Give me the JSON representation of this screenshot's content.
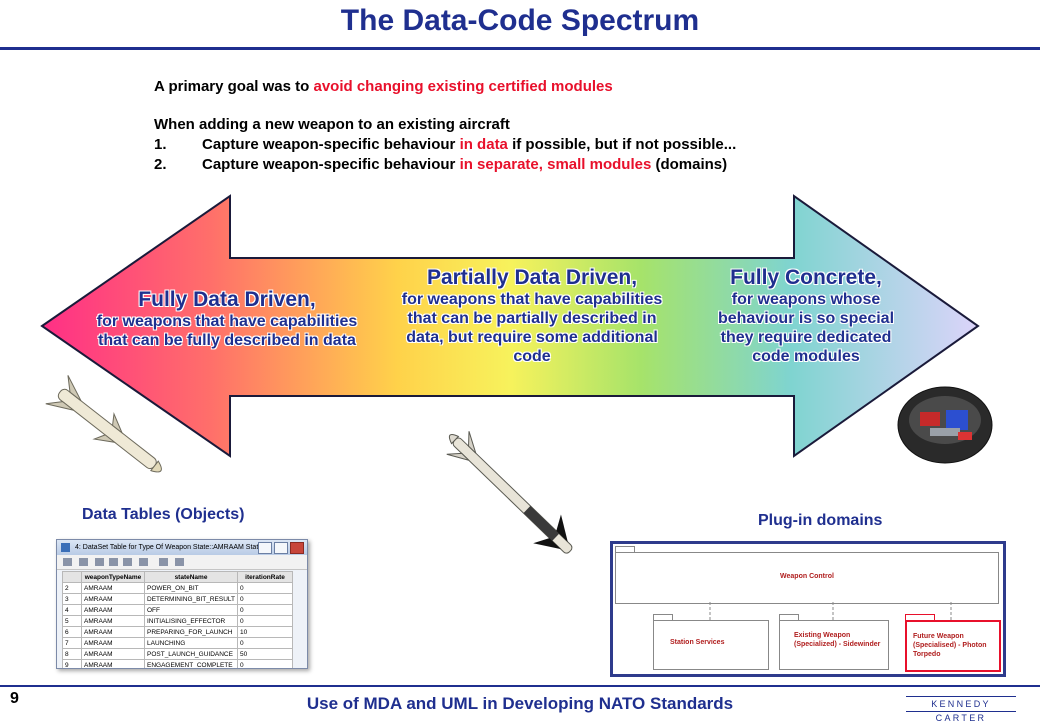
{
  "title": "The Data-Code Spectrum",
  "intro": {
    "line1_a": "A primary goal was to ",
    "line1_b": "avoid changing existing certified modules",
    "line2": "When adding a new weapon to an existing aircraft",
    "item1_num": "1.",
    "item1_a": "Capture weapon-specific behaviour ",
    "item1_b": "in data",
    "item1_c": " if possible, but if not possible...",
    "item2_num": "2.",
    "item2_a": "Capture weapon-specific behaviour ",
    "item2_b": "in separate, small modules",
    "item2_c": " (domains)"
  },
  "spectrum": {
    "left": {
      "head": "Fully Data Driven,",
      "body": "for weapons that have capabilities that can be fully described in data"
    },
    "middle": {
      "head": "Partially Data Driven,",
      "body": "for weapons that have capabilities that can be partially described in data, but require some additional code"
    },
    "right": {
      "head": "Fully Concrete,",
      "body": "for weapons whose behaviour is so special they require dedicated code modules"
    }
  },
  "data_tables_label": "Data Tables (Objects)",
  "plugin_label": "Plug-in domains",
  "dataset_window": {
    "title": "4: DataSet Table for Type Of Weapon State::AMRAAM Stat...",
    "columns": [
      "",
      "weaponTypeName",
      "stateName",
      "iterationRate"
    ],
    "rows": [
      [
        "2",
        "AMRAAM",
        "POWER_ON_BIT",
        "0"
      ],
      [
        "3",
        "AMRAAM",
        "DETERMINING_BIT_RESULT",
        "0"
      ],
      [
        "4",
        "AMRAAM",
        "OFF",
        "0"
      ],
      [
        "5",
        "AMRAAM",
        "INITIALISING_EFFECTOR",
        "0"
      ],
      [
        "6",
        "AMRAAM",
        "PREPARING_FOR_LAUNCH",
        "10"
      ],
      [
        "7",
        "AMRAAM",
        "LAUNCHING",
        "0"
      ],
      [
        "8",
        "AMRAAM",
        "POST_LAUNCH_GUIDANCE",
        "50"
      ],
      [
        "9",
        "AMRAAM",
        "ENGAGEMENT_COMPLETE",
        "0"
      ]
    ]
  },
  "plugin_diagram": {
    "top": "Weapon Control",
    "box1": "Station Services",
    "box2": "Existing Weapon (Specialized) - Sidewinder",
    "box3": "Future Weapon (Specialised) - Photon Torpedo"
  },
  "page_number": "9",
  "footer": "Use of MDA and UML in Developing NATO Standards",
  "logo_text": "KENNEDY CARTER",
  "colors": {
    "title": "#1f2f8f",
    "highlight": "#e8102b"
  }
}
